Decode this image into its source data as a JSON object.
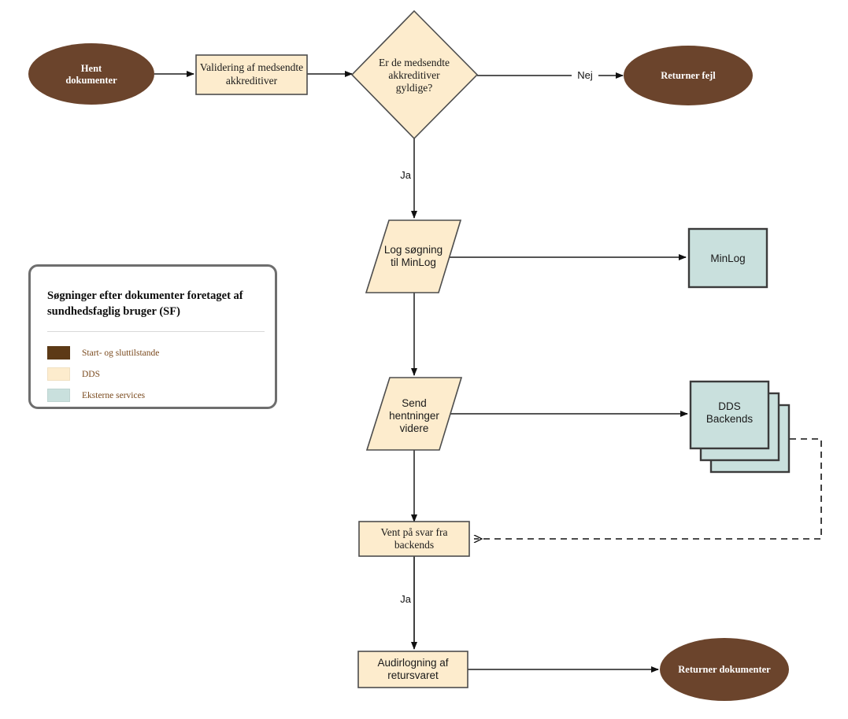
{
  "diagram": {
    "type": "flowchart",
    "background": "#ffffff",
    "palette": {
      "terminal_fill": "#6b442c",
      "terminal_text": "#ffffff",
      "process_fill": "#fdeccd",
      "process_stroke": "#4d4d4d",
      "external_fill": "#c9e0dd",
      "external_stroke": "#3b3b3b",
      "edge_color": "#555555",
      "legend_border": "#6e6e6e",
      "legend_text": "#7a4a1e"
    },
    "nodes": [
      {
        "id": "hent",
        "kind": "terminal",
        "label": "Hent\ndokumenter",
        "line1": "Hent",
        "line2": "dokumenter"
      },
      {
        "id": "validering",
        "kind": "process",
        "label": "Validering af medsendte akkreditiver",
        "line1": "Validering af medsendte",
        "line2": "akkreditiver"
      },
      {
        "id": "gyldige",
        "kind": "decision",
        "label": "Er de medsendte akkreditiver gyldige?",
        "line1": "Er de medsendte",
        "line2": "akkreditiver",
        "line3": "gyldige?"
      },
      {
        "id": "fejl",
        "kind": "terminal",
        "label": "Returner fejl",
        "line1": "Returner fejl"
      },
      {
        "id": "logsogning",
        "kind": "data",
        "label": "Log søgning til MinLog",
        "line1": "Log søgning",
        "line2": "til MinLog"
      },
      {
        "id": "minlog",
        "kind": "external",
        "label": "MinLog",
        "line1": "MinLog"
      },
      {
        "id": "sendhent",
        "kind": "data",
        "label": "Send hentninger videre",
        "line1": "Send",
        "line2": "hentninger",
        "line3": "videre"
      },
      {
        "id": "ddsbackends",
        "kind": "external-stack",
        "label": "DDS Backends",
        "line1": "DDS",
        "line2": "Backends"
      },
      {
        "id": "vent",
        "kind": "process",
        "label": "Vent på svar fra backends",
        "line1": "Vent på svar fra",
        "line2": "backends"
      },
      {
        "id": "audit",
        "kind": "process",
        "label": "Audirlogning af retursvaret",
        "line1": "Audirlogning af",
        "line2": "retursvaret"
      },
      {
        "id": "returner",
        "kind": "terminal",
        "label": "Returner dokumenter",
        "line1": "Returner dokumenter"
      }
    ],
    "edges": [
      {
        "from": "hent",
        "to": "validering",
        "label": "",
        "style": "solid"
      },
      {
        "from": "validering",
        "to": "gyldige",
        "label": "",
        "style": "solid"
      },
      {
        "from": "gyldige",
        "to": "fejl",
        "label": "Nej",
        "style": "solid"
      },
      {
        "from": "gyldige",
        "to": "logsogning",
        "label": "Ja",
        "style": "solid"
      },
      {
        "from": "logsogning",
        "to": "minlog",
        "label": "",
        "style": "solid"
      },
      {
        "from": "logsogning",
        "to": "sendhent",
        "label": "",
        "style": "solid"
      },
      {
        "from": "sendhent",
        "to": "ddsbackends",
        "label": "",
        "style": "solid"
      },
      {
        "from": "sendhent",
        "to": "vent",
        "label": "",
        "style": "solid"
      },
      {
        "from": "ddsbackends",
        "to": "vent",
        "label": "",
        "style": "dashed"
      },
      {
        "from": "vent",
        "to": "audit",
        "label": "Ja",
        "style": "solid"
      },
      {
        "from": "audit",
        "to": "returner",
        "label": "",
        "style": "solid"
      }
    ],
    "edge_labels": {
      "nej": "Nej",
      "ja_top": "Ja",
      "ja_bottom": "Ja"
    }
  },
  "legend": {
    "title_line1": "Søgninger efter dokumenter foretaget af",
    "title_line2": "sundhedsfaglig bruger (SF)",
    "items": [
      {
        "label": "Start- og sluttilstande",
        "color": "#5d3a16"
      },
      {
        "label": "DDS",
        "color": "#fdeccd"
      },
      {
        "label": "Eksterne services",
        "color": "#c9e0dd"
      }
    ]
  }
}
